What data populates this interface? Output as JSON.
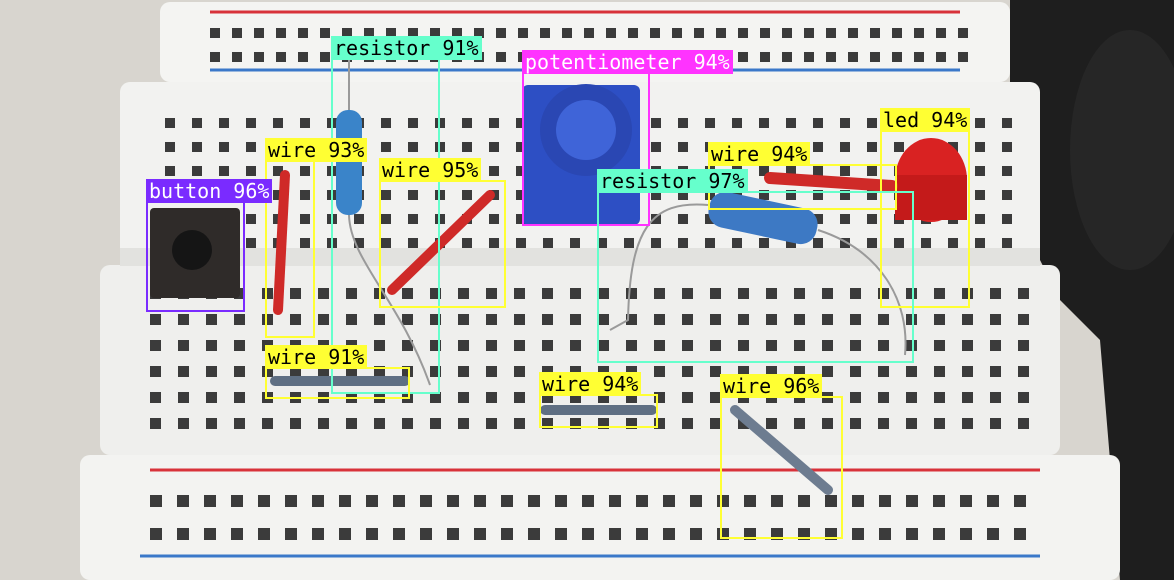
{
  "colors": {
    "wire": "#ffff33",
    "resistor": "#66ffcc",
    "potentiometer": "#ff33ff",
    "button": "#7a2bff",
    "led": "#ffff33"
  },
  "detections": [
    {
      "id": "resistor-1",
      "label": "resistor 91%",
      "cls": "resistor"
    },
    {
      "id": "potentiometer-1",
      "label": "potentiometer 94%",
      "cls": "potentiometer"
    },
    {
      "id": "led-1",
      "label": "led 94%",
      "cls": "led"
    },
    {
      "id": "wire-1",
      "label": "wire 93%",
      "cls": "wire"
    },
    {
      "id": "wire-2",
      "label": "wire 95%",
      "cls": "wire"
    },
    {
      "id": "wire-3",
      "label": "wire 94%",
      "cls": "wire"
    },
    {
      "id": "resistor-2",
      "label": "resistor 97%",
      "cls": "resistor"
    },
    {
      "id": "button-1",
      "label": "button 96%",
      "cls": "button"
    },
    {
      "id": "wire-4",
      "label": "wire 91%",
      "cls": "wire"
    },
    {
      "id": "wire-5",
      "label": "wire 94%",
      "cls": "wire"
    },
    {
      "id": "wire-6",
      "label": "wire 96%",
      "cls": "wire"
    }
  ]
}
